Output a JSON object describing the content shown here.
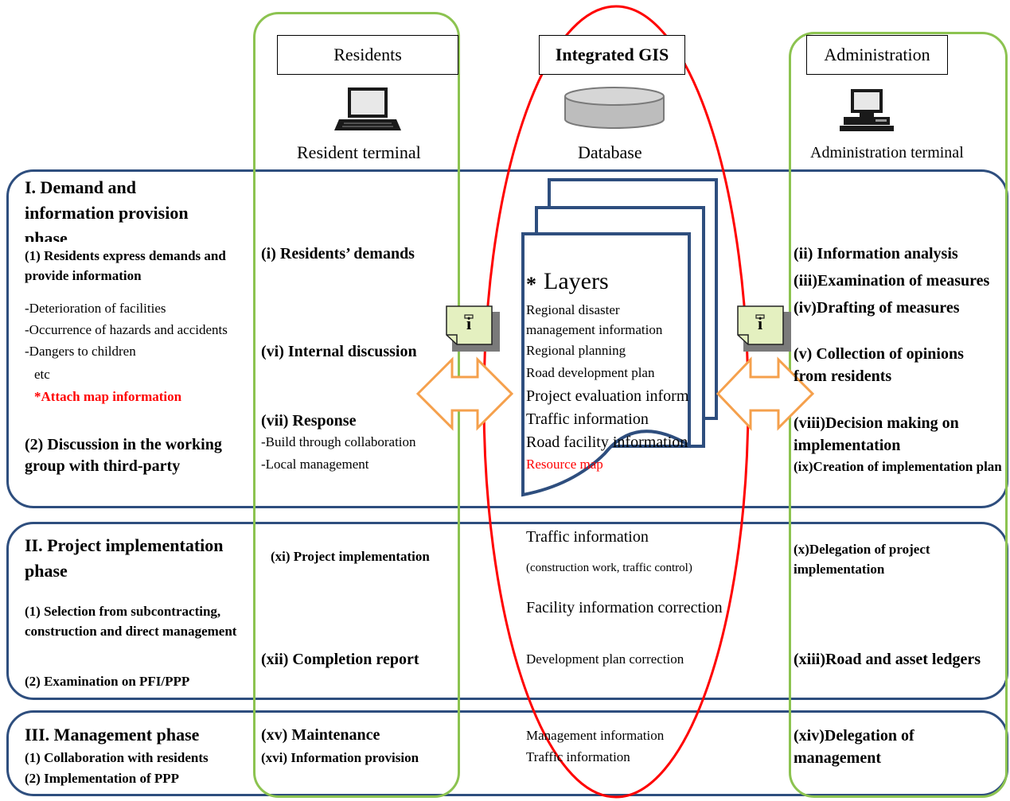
{
  "columns": {
    "residents": {
      "title": "Residents",
      "terminal": "Resident terminal"
    },
    "gis": {
      "title": "Integrated GIS",
      "terminal": "Database"
    },
    "admin": {
      "title": "Administration",
      "terminal": "Administration terminal"
    }
  },
  "phase1": {
    "title": "I. Demand and information provision phase",
    "step1": "(1) Residents express demands and provide information",
    "bullets": [
      "-Deterioration of facilities",
      "-Occurrence of hazards and accidents",
      "-Dangers to children",
      "etc"
    ],
    "attach": "*Attach map information",
    "step2": "(2) Discussion in the working group with third-party",
    "res_i": "(i) Residents’ demands",
    "res_vi": "(vi) Internal discussion",
    "res_vii": "(vii) Response",
    "res_vii_items": [
      "-Build through collaboration",
      "-Local management"
    ],
    "layers_title": "Layers",
    "layers_star": "*",
    "layers": [
      "Regional disaster management information",
      "Regional planning",
      "Road development plan",
      "Project evaluation information",
      "Traffic information",
      "Road facility information",
      "Resource map"
    ],
    "adm_ii": "(ii) Information analysis",
    "adm_iii": "(iii)Examination of measures",
    "adm_iv": "(iv)Drafting of measures",
    "adm_v": "(v) Collection of opinions from residents",
    "adm_viii": "(viii)Decision making on implementation",
    "adm_ix": "(ix)Creation of implementation plan"
  },
  "phase2": {
    "title": "II. Project implementation phase",
    "step1": "(1)  Selection from subcontracting, construction and direct management",
    "step2": "(2)  Examination on PFI/PPP",
    "res_xi": "(xi) Project implementation",
    "res_xii": "(xii) Completion report",
    "gis_traffic": "Traffic information",
    "gis_traffic_note": "(construction work, traffic control)",
    "gis_facility": "Facility information correction",
    "gis_devplan": "Development plan correction",
    "adm_x": "(x)Delegation of project implementation",
    "adm_xiii": "(xiii)Road and asset ledgers"
  },
  "phase3": {
    "title": "III. Management phase",
    "step1": "(1)  Collaboration with residents",
    "step2": "(2)  Implementation of PPP",
    "res_xv": "(xv) Maintenance",
    "res_xvi": "(xvi) Information provision",
    "gis_mgmt": "Management information",
    "gis_traffic": "Traffic information",
    "adm_xiv": "(xiv)Delegation of management"
  },
  "colors": {
    "phase_border": "#2e4e7e",
    "column_border": "#8cc350",
    "gis_oval": "#ff0000",
    "arrow": "#f5a04c",
    "doc_border": "#2e4e7e",
    "info_note": "#e4f0c0"
  },
  "icons": [
    "laptop-icon",
    "database-icon",
    "desktop-computer-icon",
    "info-note-icon",
    "double-arrow-icon",
    "document-stack-icon"
  ]
}
